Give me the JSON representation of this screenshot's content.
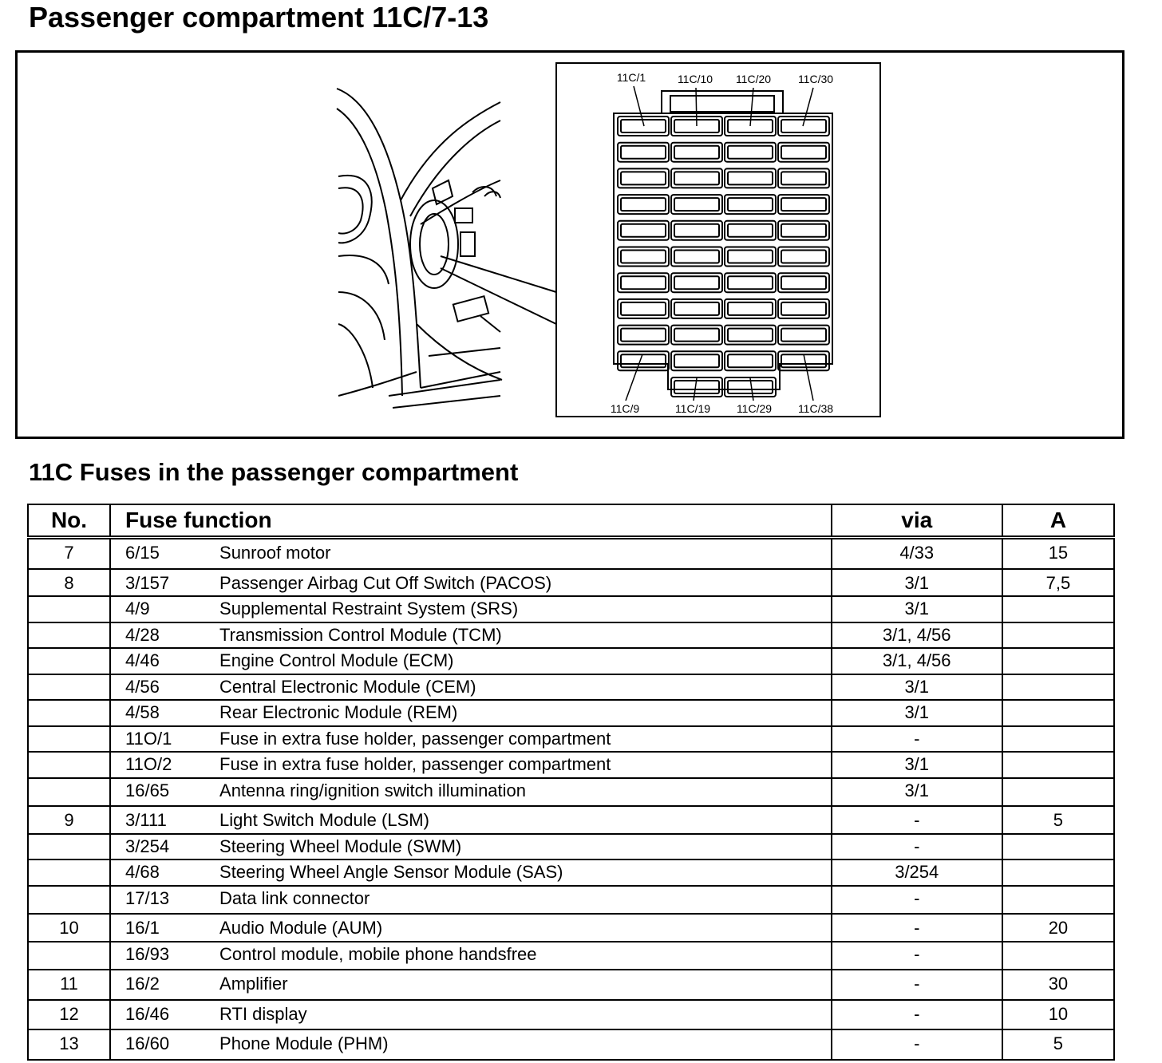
{
  "page_title": "Passenger compartment 11C/7-13",
  "section_title": "11C Fuses in the passenger compartment",
  "diagram": {
    "top_labels": [
      "11C/1",
      "11C/10",
      "11C/20",
      "11C/30"
    ],
    "bottom_labels": [
      "11C/9",
      "11C/19",
      "11C/29",
      "11C/38"
    ]
  },
  "table": {
    "headers": {
      "no": "No.",
      "function": "Fuse function",
      "via": "via",
      "amp": "A"
    },
    "groups": [
      {
        "no": "7",
        "amp": "15",
        "rows": [
          {
            "ref": "6/15",
            "desc": "Sunroof motor",
            "via": "4/33"
          }
        ]
      },
      {
        "no": "8",
        "amp": "7,5",
        "rows": [
          {
            "ref": "3/157",
            "desc": "Passenger Airbag Cut Off Switch (PACOS)",
            "via": "3/1"
          },
          {
            "ref": "4/9",
            "desc": "Supplemental Restraint System (SRS)",
            "via": "3/1"
          },
          {
            "ref": "4/28",
            "desc": "Transmission Control Module (TCM)",
            "via": "3/1, 4/56"
          },
          {
            "ref": "4/46",
            "desc": "Engine Control Module (ECM)",
            "via": "3/1, 4/56"
          },
          {
            "ref": "4/56",
            "desc": "Central Electronic Module (CEM)",
            "via": "3/1"
          },
          {
            "ref": "4/58",
            "desc": "Rear Electronic Module (REM)",
            "via": "3/1"
          },
          {
            "ref": "11O/1",
            "desc": "Fuse in extra fuse holder, passenger compartment",
            "via": "-"
          },
          {
            "ref": "11O/2",
            "desc": "Fuse in extra fuse holder, passenger compartment",
            "via": "3/1"
          },
          {
            "ref": "16/65",
            "desc": "Antenna ring/ignition switch illumination",
            "via": "3/1"
          }
        ]
      },
      {
        "no": "9",
        "amp": "5",
        "rows": [
          {
            "ref": "3/111",
            "desc": "Light Switch Module (LSM)",
            "via": "-"
          },
          {
            "ref": "3/254",
            "desc": "Steering Wheel Module (SWM)",
            "via": "-"
          },
          {
            "ref": "4/68",
            "desc": "Steering Wheel Angle Sensor Module (SAS)",
            "via": "3/254"
          },
          {
            "ref": "17/13",
            "desc": "Data link connector",
            "via": "-"
          }
        ]
      },
      {
        "no": "10",
        "amp": "20",
        "rows": [
          {
            "ref": "16/1",
            "desc": "Audio Module (AUM)",
            "via": "-"
          },
          {
            "ref": "16/93",
            "desc": "Control module, mobile phone handsfree",
            "via": "-"
          }
        ]
      },
      {
        "no": "11",
        "amp": "30",
        "rows": [
          {
            "ref": "16/2",
            "desc": "Amplifier",
            "via": "-"
          }
        ]
      },
      {
        "no": "12",
        "amp": "10",
        "rows": [
          {
            "ref": "16/46",
            "desc": "RTI display",
            "via": "-"
          }
        ]
      },
      {
        "no": "13",
        "amp": "5",
        "rows": [
          {
            "ref": "16/60",
            "desc": "Phone Module (PHM)",
            "via": "-"
          }
        ]
      }
    ]
  }
}
